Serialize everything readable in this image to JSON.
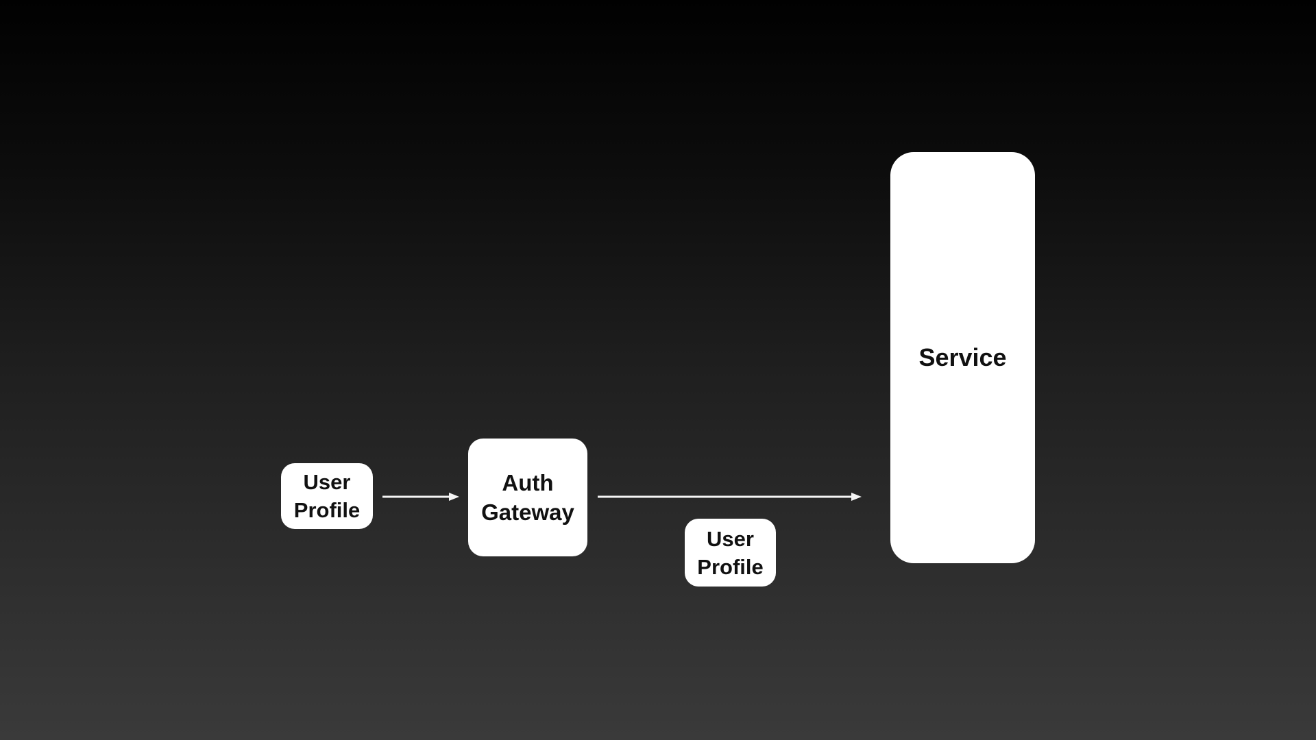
{
  "diagram": {
    "title": "",
    "background": {
      "top_color": "#010101",
      "bottom_color": "#3a3a3a"
    },
    "node_fill_color": "#ffffff",
    "node_text_color": "#111111",
    "arrow_color": "#f5f5f5",
    "nodes": [
      {
        "id": "user-profile-1",
        "lines": [
          "User",
          "Profile"
        ]
      },
      {
        "id": "auth-gateway",
        "lines": [
          "Auth",
          "Gateway"
        ]
      },
      {
        "id": "user-profile-2",
        "lines": [
          "User",
          "Profile"
        ]
      },
      {
        "id": "service",
        "lines": [
          "Service"
        ]
      }
    ],
    "connections": [
      {
        "from": "user-profile-1",
        "to": "auth-gateway",
        "style": "arrow"
      },
      {
        "from": "auth-gateway",
        "to": "service",
        "style": "arrow",
        "payload_label": "User Profile"
      }
    ]
  }
}
